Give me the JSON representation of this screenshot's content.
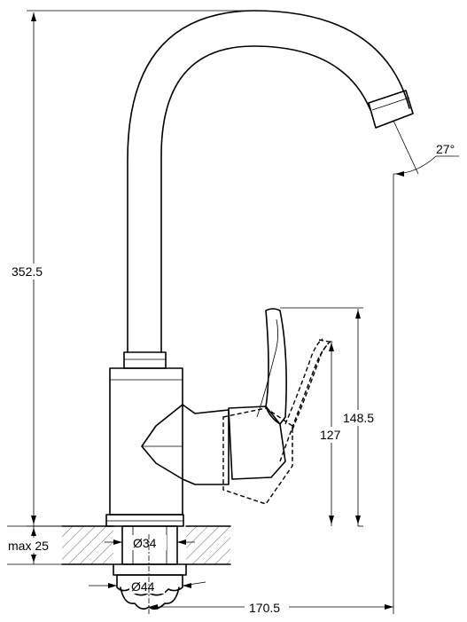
{
  "drawing": {
    "dimensions": {
      "total_height": "352.5",
      "lever_height": "148.5",
      "spout_height": "127",
      "mount_thickness": "max 25",
      "hole_diameter": "Ø34",
      "nut_diameter": "Ø44",
      "reach": "170.5",
      "spout_angle": "27°"
    }
  }
}
